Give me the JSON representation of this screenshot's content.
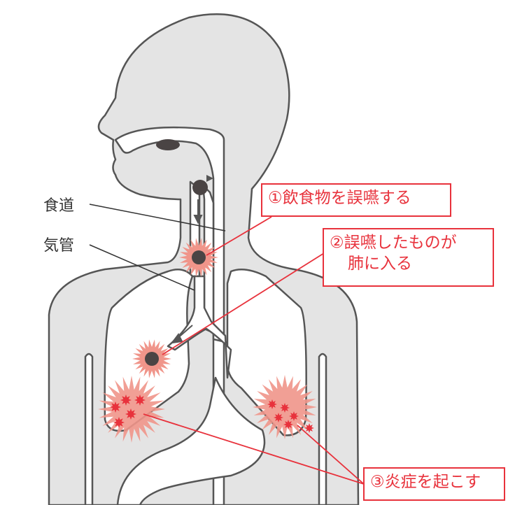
{
  "labels": {
    "esophagus": "食道",
    "trachea": "気管"
  },
  "steps": [
    {
      "text": "①飲食物を誤嚥する"
    },
    {
      "line1": "②誤嚥したものが",
      "line2": "肺に入る"
    },
    {
      "text": "③炎症を起こす"
    }
  ],
  "colors": {
    "body": "#e4e4e4",
    "outline": "#555555",
    "accent": "#e8323c",
    "burst": "#f0958a",
    "food": "#4a4444"
  }
}
